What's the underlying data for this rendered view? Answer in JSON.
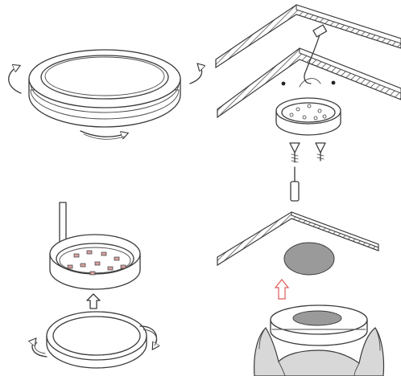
{
  "diagram": {
    "steps": [
      {
        "id": "rotate-housing",
        "icon": "rotate-arrows-icon"
      },
      {
        "id": "screw-base-to-ceiling",
        "icon": "screwdriver-icon"
      },
      {
        "id": "insert-strip-and-align",
        "icon": "up-arrow-icon"
      },
      {
        "id": "adhesive-mount",
        "icon": "adhesive-pad-icon"
      }
    ]
  },
  "colors": {
    "line": "#3a3a3a",
    "adhesive_pad": "#9a9a9a",
    "hand_shade": "#d8d8d8",
    "red_arrow": "#e05a5a",
    "chip": "#d9a0a0"
  }
}
